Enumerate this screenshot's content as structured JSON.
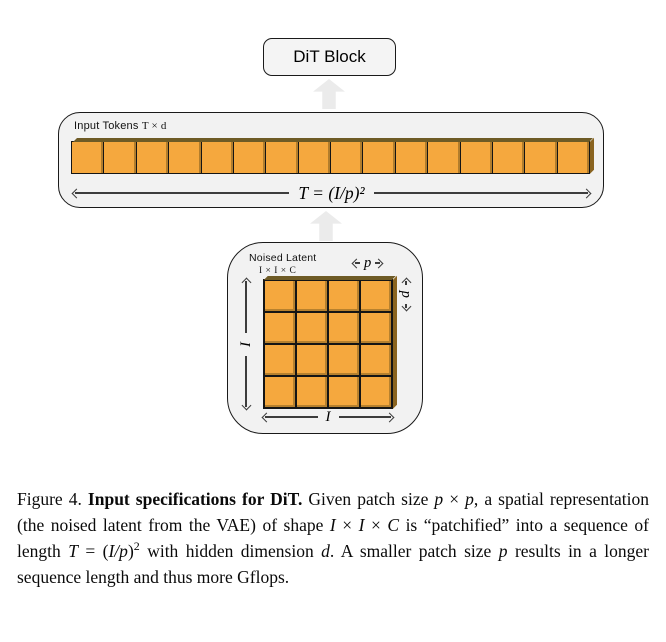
{
  "colors": {
    "patch_orange": "#f5a83e",
    "panel_gray": "#f2f2f2",
    "border_black": "#1a1a1a",
    "block_arrow_gray": "#ebebeb"
  },
  "dit_block": {
    "label": "DiT Block"
  },
  "tokens_box": {
    "label_prefix": "Input Tokens ",
    "label_math": "T × d",
    "dim_label": "T = (I/p)²",
    "count": 16
  },
  "latent_box": {
    "title": "Noised Latent",
    "shape_label": "I × I × C",
    "patch_width_label": "p",
    "patch_height_label": "p",
    "height_label": "I",
    "width_label": "I",
    "grid_rows": 4,
    "grid_cols": 4,
    "cell_count": 16
  },
  "caption": {
    "segments": [
      {
        "text": "Figure 4. "
      },
      {
        "text": "Input specifications for DiT."
      },
      {
        "text": " Given patch size "
      },
      {
        "text": "p"
      },
      {
        "text": " × "
      },
      {
        "text": "p"
      },
      {
        "text": ", a spatial representation (the noised latent from the VAE) of shape "
      },
      {
        "text": "I"
      },
      {
        "text": " × "
      },
      {
        "text": "I"
      },
      {
        "text": " × "
      },
      {
        "text": "C"
      },
      {
        "text": " is “patchified” into a sequence of length "
      },
      {
        "text": "T"
      },
      {
        "text": " = ("
      },
      {
        "text": "I/p"
      },
      {
        "text": ")"
      },
      {
        "text": "2"
      },
      {
        "text": " with hidden dimension "
      },
      {
        "text": "d"
      },
      {
        "text": ". A smaller patch size "
      },
      {
        "text": "p"
      },
      {
        "text": " results in a longer sequence length and thus more Gflops."
      }
    ]
  }
}
